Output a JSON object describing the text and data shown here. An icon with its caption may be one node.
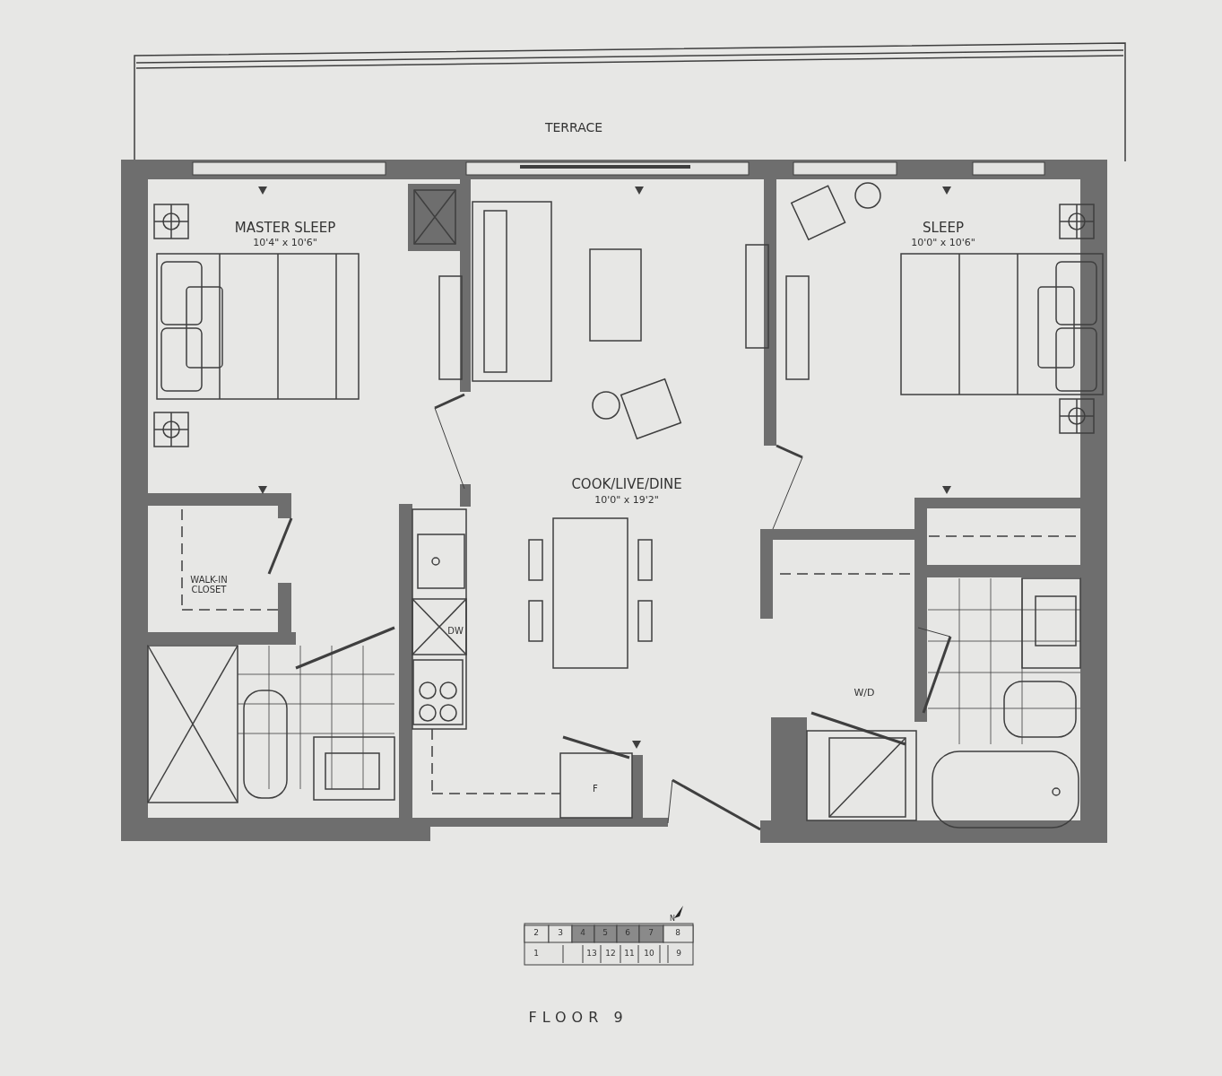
{
  "diagram": {
    "labels": [
      "TERRACE",
      "MASTER SLEEP",
      "10'4\" x 10'6\"",
      "SLEEP",
      "10'0\" x 10'6\"",
      "COOK/LIVE/DINE",
      "10'0\" x 19'2\"",
      "WALK-IN CLOSET",
      "DW",
      "W/D",
      "F",
      "2",
      "3",
      "4",
      "5",
      "6",
      "7",
      "8",
      "1",
      "13",
      "12",
      "11",
      "10",
      "9",
      "N",
      "FLOOR 9"
    ]
  }
}
